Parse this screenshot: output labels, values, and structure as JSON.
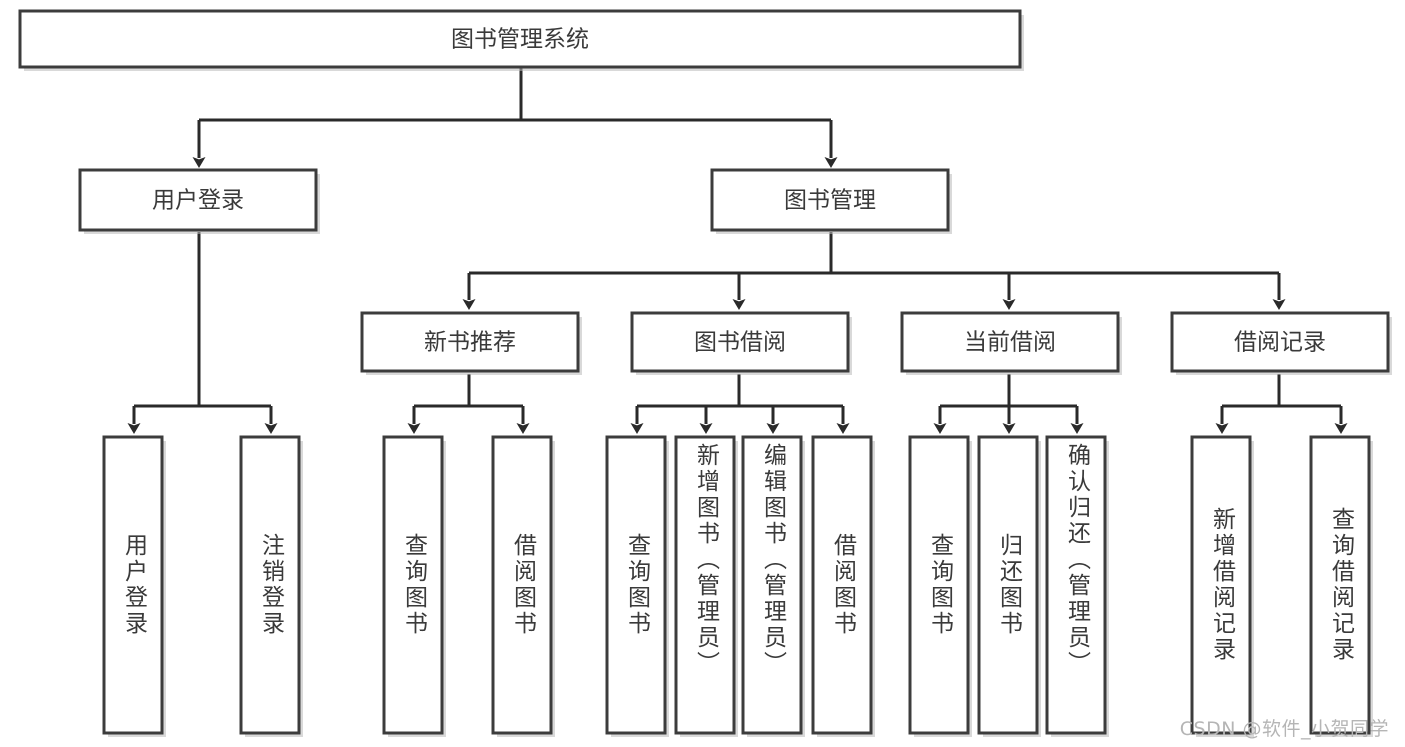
{
  "diagram": {
    "type": "tree-hierarchy",
    "title": "图书管理系统",
    "watermark": "CSDN @软件_小贺同学",
    "colors": {
      "box_fill": "#ffffff",
      "box_stroke": "#3c3c3c",
      "edge": "#2a2a2a",
      "text": "#3a3a3a",
      "watermark": "#b5b5b5"
    },
    "root": {
      "label": "图书管理系统"
    },
    "level2": [
      {
        "label": "用户登录"
      },
      {
        "label": "图书管理"
      }
    ],
    "level3": [
      {
        "label": "新书推荐"
      },
      {
        "label": "图书借阅"
      },
      {
        "label": "当前借阅"
      },
      {
        "label": "借阅记录"
      }
    ],
    "leaves": {
      "user_login": [
        {
          "label": "用户登录"
        },
        {
          "label": "注销登录"
        }
      ],
      "new_book_recommend": [
        {
          "label": "查询图书"
        },
        {
          "label": "借阅图书"
        }
      ],
      "book_borrow": [
        {
          "label": "查询图书"
        },
        {
          "label": "新增图书（管理员）"
        },
        {
          "label": "编辑图书（管理员）"
        },
        {
          "label": "借阅图书"
        }
      ],
      "current_borrow": [
        {
          "label": "查询图书"
        },
        {
          "label": "归还图书"
        },
        {
          "label": "确认归还（管理员）"
        }
      ],
      "borrow_record": [
        {
          "label": "新增借阅记录"
        },
        {
          "label": "查询借阅记录"
        }
      ]
    }
  }
}
